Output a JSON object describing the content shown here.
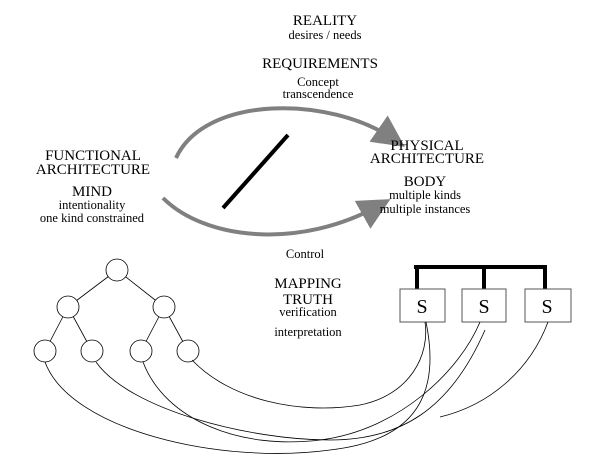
{
  "top": {
    "reality": "REALITY",
    "reality_sub": "desires / needs",
    "requirements": "REQUIREMENTS",
    "concept": "Concept",
    "transcendence": "transcendence"
  },
  "functional": {
    "title_line1": "FUNCTIONAL",
    "title_line2": "ARCHITECTURE",
    "mind": "MIND",
    "line1": "intentionality",
    "line2": "one kind constrained"
  },
  "physical": {
    "title_line1": "PHYSICAL",
    "title_line2": "ARCHITECTURE",
    "body": "BODY",
    "line1": "multiple kinds",
    "line2": "multiple instances"
  },
  "control": "Control",
  "mapping": {
    "title": "MAPPING",
    "truth": "TRUTH",
    "verification": "verification",
    "interpretation": "interpretation"
  },
  "systems": [
    "S",
    "S",
    "S"
  ],
  "colors": {
    "arrow": "#808080",
    "line": "#000000",
    "box_border": "#555555"
  }
}
